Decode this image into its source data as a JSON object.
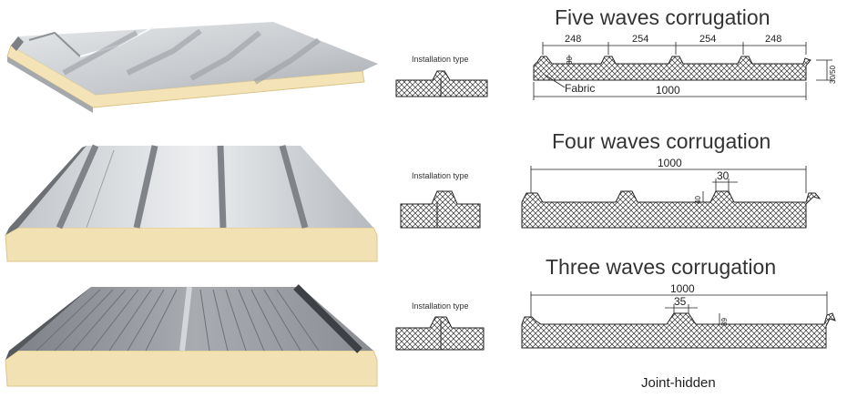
{
  "sections": [
    {
      "title": "Five waves corrugation",
      "installation_label": "Installation type",
      "dimensions": {
        "d1": "248",
        "d2": "254",
        "d3": "254",
        "d4": "248",
        "total": "1000",
        "height": "30",
        "thickness": "30/50"
      },
      "material_label": "Fabric"
    },
    {
      "title": "Four waves corrugation",
      "installation_label": "Installation type",
      "dimensions": {
        "total": "1000",
        "top_width": "30",
        "height": "40"
      }
    },
    {
      "title": "Three waves corrugation",
      "installation_label": "Installation type",
      "dimensions": {
        "total": "1000",
        "top_width": "35",
        "height": "39"
      }
    }
  ],
  "footer_label": "Joint-hidden",
  "colors": {
    "metal_light": "#dcdee0",
    "metal_dark": "#8f9398",
    "foam": "#f2e4b8",
    "foam_edge": "#e3cf93",
    "line": "#222222"
  }
}
